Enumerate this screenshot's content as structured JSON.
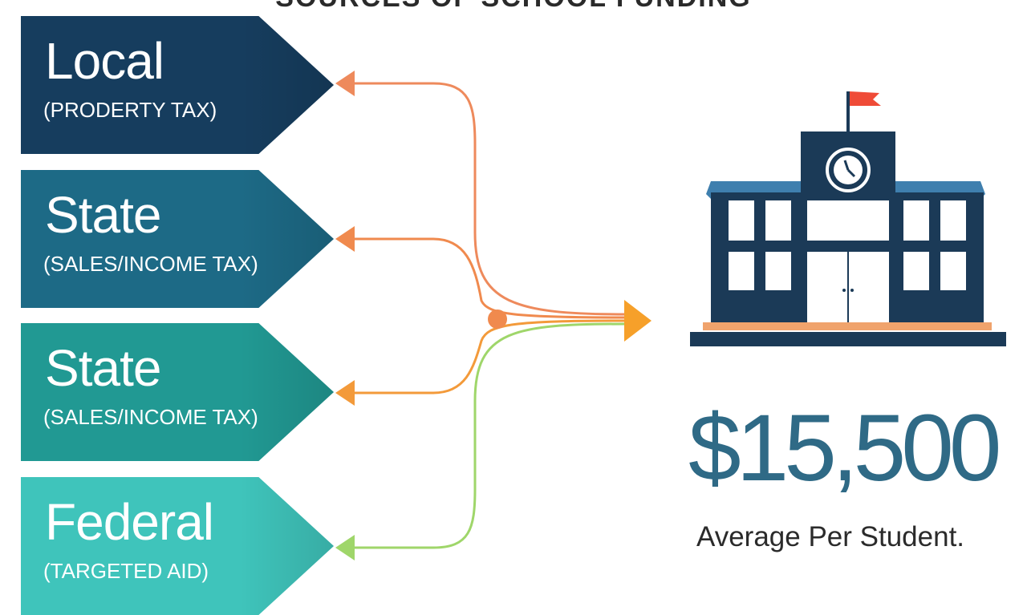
{
  "header": {
    "title": "SOURCES OF SCHOOL FUNDING"
  },
  "sources": [
    {
      "title": "Local",
      "subtitle": "(PRODERTY TAX)",
      "color": "#163d5e"
    },
    {
      "title": "State",
      "subtitle": "(SALES/INCOME TAX)",
      "color": "#1d6a86"
    },
    {
      "title": "State",
      "subtitle": "(SALES/INCOME TAX)",
      "color": "#219993"
    },
    {
      "title": "Federal",
      "subtitle": "(TARGETED AID)",
      "color": "#3fc4bb"
    }
  ],
  "flow_colors": {
    "local": "#ee8a5c",
    "state_1": "#f08a4e",
    "state_2": "#f39a3a",
    "federal": "#9fd66a",
    "arrow": "#f6a02a",
    "hub": "#f08a4e"
  },
  "school": {
    "icon": "school-building-icon",
    "flag_color": "#ef4b37",
    "roof_color": "#3f7fae",
    "body_color": "#1b3a57"
  },
  "summary": {
    "amount": "$15,500",
    "label": "Average Per Student."
  }
}
